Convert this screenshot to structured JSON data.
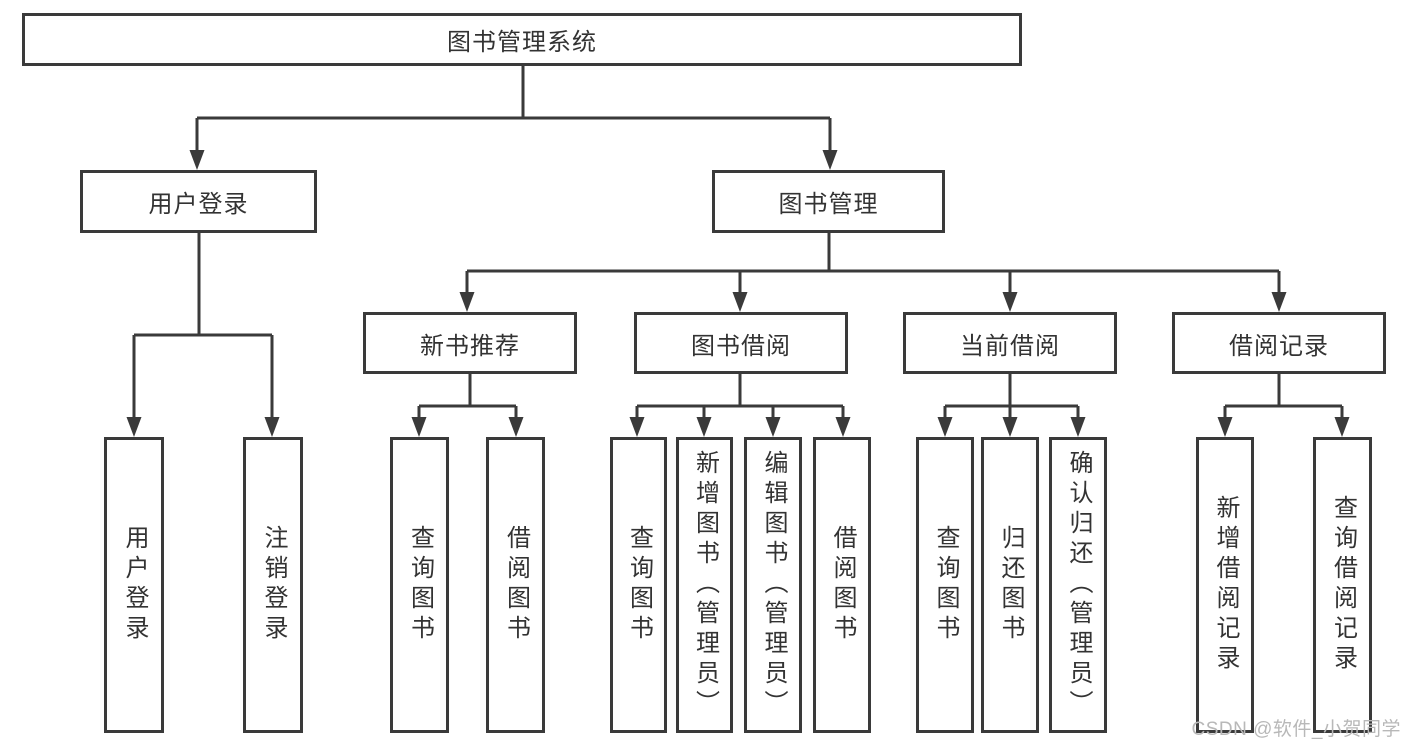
{
  "diagram": {
    "root": {
      "label": "图书管理系统"
    },
    "level2": [
      {
        "label": "用户登录"
      },
      {
        "label": "图书管理"
      }
    ],
    "level3": [
      {
        "label": "新书推荐",
        "parent": "图书管理"
      },
      {
        "label": "图书借阅",
        "parent": "图书管理"
      },
      {
        "label": "当前借阅",
        "parent": "图书管理"
      },
      {
        "label": "借阅记录",
        "parent": "图书管理"
      }
    ],
    "leaves": [
      {
        "label": "用户登录",
        "parent": "用户登录"
      },
      {
        "label": "注销登录",
        "parent": "用户登录"
      },
      {
        "label": "查询图书",
        "parent": "新书推荐"
      },
      {
        "label": "借阅图书",
        "parent": "新书推荐"
      },
      {
        "label": "查询图书",
        "parent": "图书借阅"
      },
      {
        "label": "新增图书（管理员）",
        "parent": "图书借阅"
      },
      {
        "label": "编辑图书（管理员）",
        "parent": "图书借阅"
      },
      {
        "label": "借阅图书",
        "parent": "图书借阅"
      },
      {
        "label": "查询图书",
        "parent": "当前借阅"
      },
      {
        "label": "归还图书",
        "parent": "当前借阅"
      },
      {
        "label": "确认归还（管理员）",
        "parent": "当前借阅"
      },
      {
        "label": "新增借阅记录",
        "parent": "借阅记录"
      },
      {
        "label": "查询借阅记录",
        "parent": "借阅记录"
      }
    ]
  },
  "watermark": {
    "text": "CSDN @软件_小贺同学"
  },
  "colors": {
    "line": "#3a3a3a",
    "text": "#333333",
    "box_background": "#ffffff",
    "watermark": "#b8b8b8",
    "background": "#ffffff"
  }
}
